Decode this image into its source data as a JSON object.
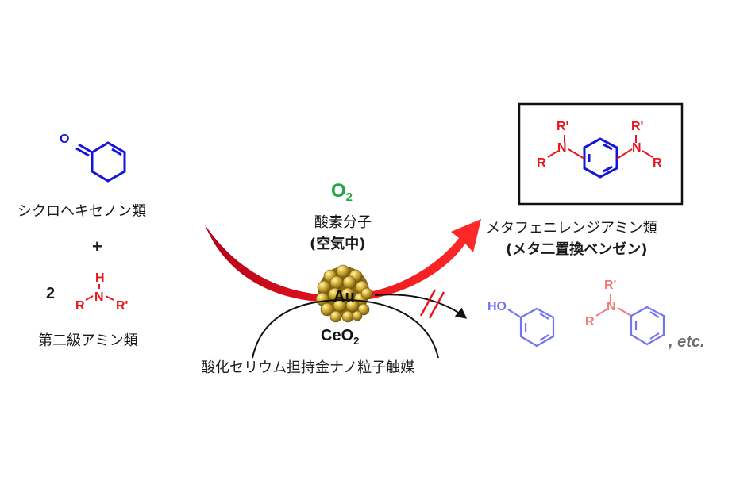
{
  "reactant1": {
    "label": "シクロヘキセノン類",
    "atom_O": "O"
  },
  "plus": "+",
  "reactant2": {
    "coefficient": "2",
    "label": "第二級アミン類",
    "atom_H": "H",
    "atom_N": "N",
    "atom_R": "R",
    "atom_Rp": "R'"
  },
  "oxidant": {
    "formula_main": "O",
    "formula_sub": "2",
    "name": "酸素分子",
    "note": "(空気中)"
  },
  "catalyst": {
    "metal": "Au",
    "support_main": "CeO",
    "support_sub": "2",
    "name": "酸化セリウム担持金ナノ粒子触媒"
  },
  "product": {
    "name": "メタフェニレンジアミン類",
    "alt_name": "(メタ二置換ベンゼン)",
    "atom_R": "R",
    "atom_Rp": "R'",
    "atom_N": "N"
  },
  "byproducts": {
    "phenol_HO": "HO",
    "amine_R": "R",
    "amine_Rp": "R'",
    "amine_N": "N",
    "etc": ", etc."
  },
  "colors": {
    "blue": "#1515d8",
    "red": "#e8161c",
    "green": "#1fa844",
    "light_blue": "#7373f2",
    "light_red": "#f07878",
    "gold": "#c9a227",
    "gray": "#6e6e6e"
  }
}
